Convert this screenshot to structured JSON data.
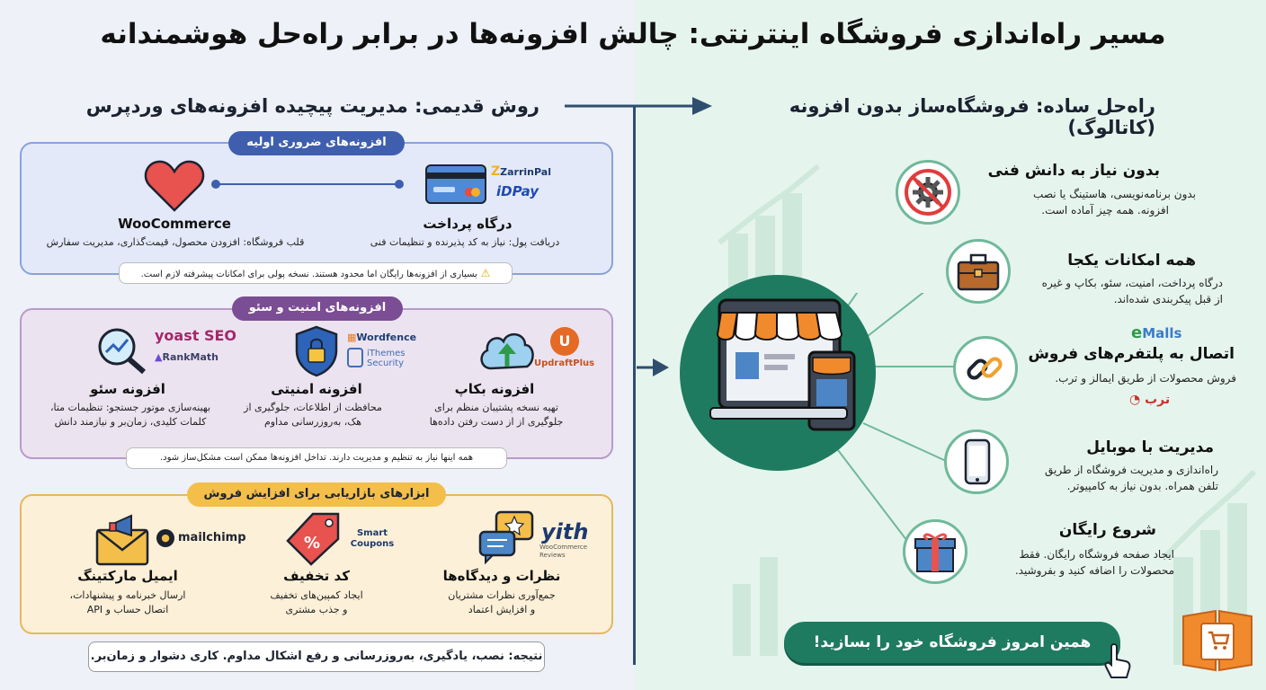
{
  "title": "مسیر راه‌اندازی فروشگاه اینترنتی: چالش افزونه‌ها در برابر راه‌حل هوشمندانه",
  "left": {
    "heading": "روش قدیمی: مدیریت پیچیده افزونه‌های وردپرس",
    "section1": {
      "pill": "افزونه‌های ضروری اولیه",
      "payment": {
        "name": "درگاه پرداخت",
        "desc": "دریافت پول: نیاز به کد پذیرنده و تنظیمات فنی",
        "logo1": "ZarrinPal",
        "logo2": "iDPay"
      },
      "woo": {
        "name": "WooCommerce",
        "desc": "قلب فروشگاه: افزودن محصول، قیمت‌گذاری، مدیریت سفارش"
      },
      "note": "بسیاری از افزونه‌ها رایگان اما محدود هستند. نسخه پولی برای امکانات پیشرفته لازم است."
    },
    "section2": {
      "pill": "افزونه‌های امنیت و سئو",
      "backup": {
        "name": "افزونه بکاپ",
        "desc1": "تهیه نسخه پشتیبان منظم برای",
        "desc2": "جلوگیری از از دست رفتن داده‌ها",
        "logo": "UpdraftPlus"
      },
      "security": {
        "name": "افزونه امنیتی",
        "desc1": "محافظت از اطلاعات، جلوگیری از",
        "desc2": "هک، به‌روزرسانی مداوم",
        "logo1": "Wordfence",
        "logo2a": "iThemes",
        "logo2b": "Security"
      },
      "seo": {
        "name": "افزونه سئو",
        "desc1": "بهینه‌سازی موتور جستجو: تنظیمات متا،",
        "desc2": "کلمات کلیدی، زمان‌بر و نیازمند دانش",
        "logo1": "yoast SEO",
        "logo2": "RankMath"
      },
      "note": "همه اینها نیاز به تنظیم و مدیریت دارند. تداخل افزونه‌ها ممکن است مشکل‌ساز شود."
    },
    "section3": {
      "pill": "ابزارهای بازاریابی برای افزایش فروش",
      "reviews": {
        "name": "نظرات و دیدگاه‌ها",
        "desc1": "جمع‌آوری نظرات مشتریان",
        "desc2": "و افزایش اعتماد",
        "logo": "yith",
        "logo_sub": "WooCommerce Reviews"
      },
      "coupon": {
        "name": "کد تخفیف",
        "desc1": "ایجاد کمپین‌های تخفیف",
        "desc2": "و جذب مشتری",
        "logo1": "Smart",
        "logo2": "Coupons"
      },
      "email": {
        "name": "ایمیل مارکتینگ",
        "desc1": "ارسال خبرنامه و پیشنهادات،",
        "desc2": "اتصال حساب و API",
        "logo": "mailchimp"
      }
    },
    "result": "نتیجه: نصب، یادگیری، به‌روزرسانی و رفع اشکال مداوم. کاری دشوار و زمان‌بر."
  },
  "right": {
    "heading": "راه‌حل ساده: فروشگاه‌ساز بدون افزونه (کاتالوگ)",
    "features": [
      {
        "title": "بدون نیاز به دانش فنی",
        "d1": "بدون برنامه‌نویسی، هاستینگ یا نصب",
        "d2": "افزونه. همه چیز آماده است."
      },
      {
        "title": "همه امکانات یکجا",
        "d1": "درگاه پرداخت، امنیت، سئو، بکاپ و غیره",
        "d2": "از قبل پیکربندی شده‌اند."
      },
      {
        "title": "اتصال به پلتفرم‌های فروش",
        "d1": "فروش محصولات از طریق ایمالز و ترب.",
        "d2": ""
      },
      {
        "title": "مدیریت با موبایل",
        "d1": "راه‌اندازی و مدیریت فروشگاه از طریق",
        "d2": "تلفن همراه. بدون نیاز به کامپیوتر."
      },
      {
        "title": "شروع رایگان",
        "d1": "ایجاد صفحه فروشگاه رایگان. فقط",
        "d2": "محصولات را اضافه کنید و بفروشید."
      }
    ],
    "logo_emalls": "Malls",
    "logo_torob": "ترب",
    "cta": "همین امروز فروشگاه خود را بسازید!"
  }
}
